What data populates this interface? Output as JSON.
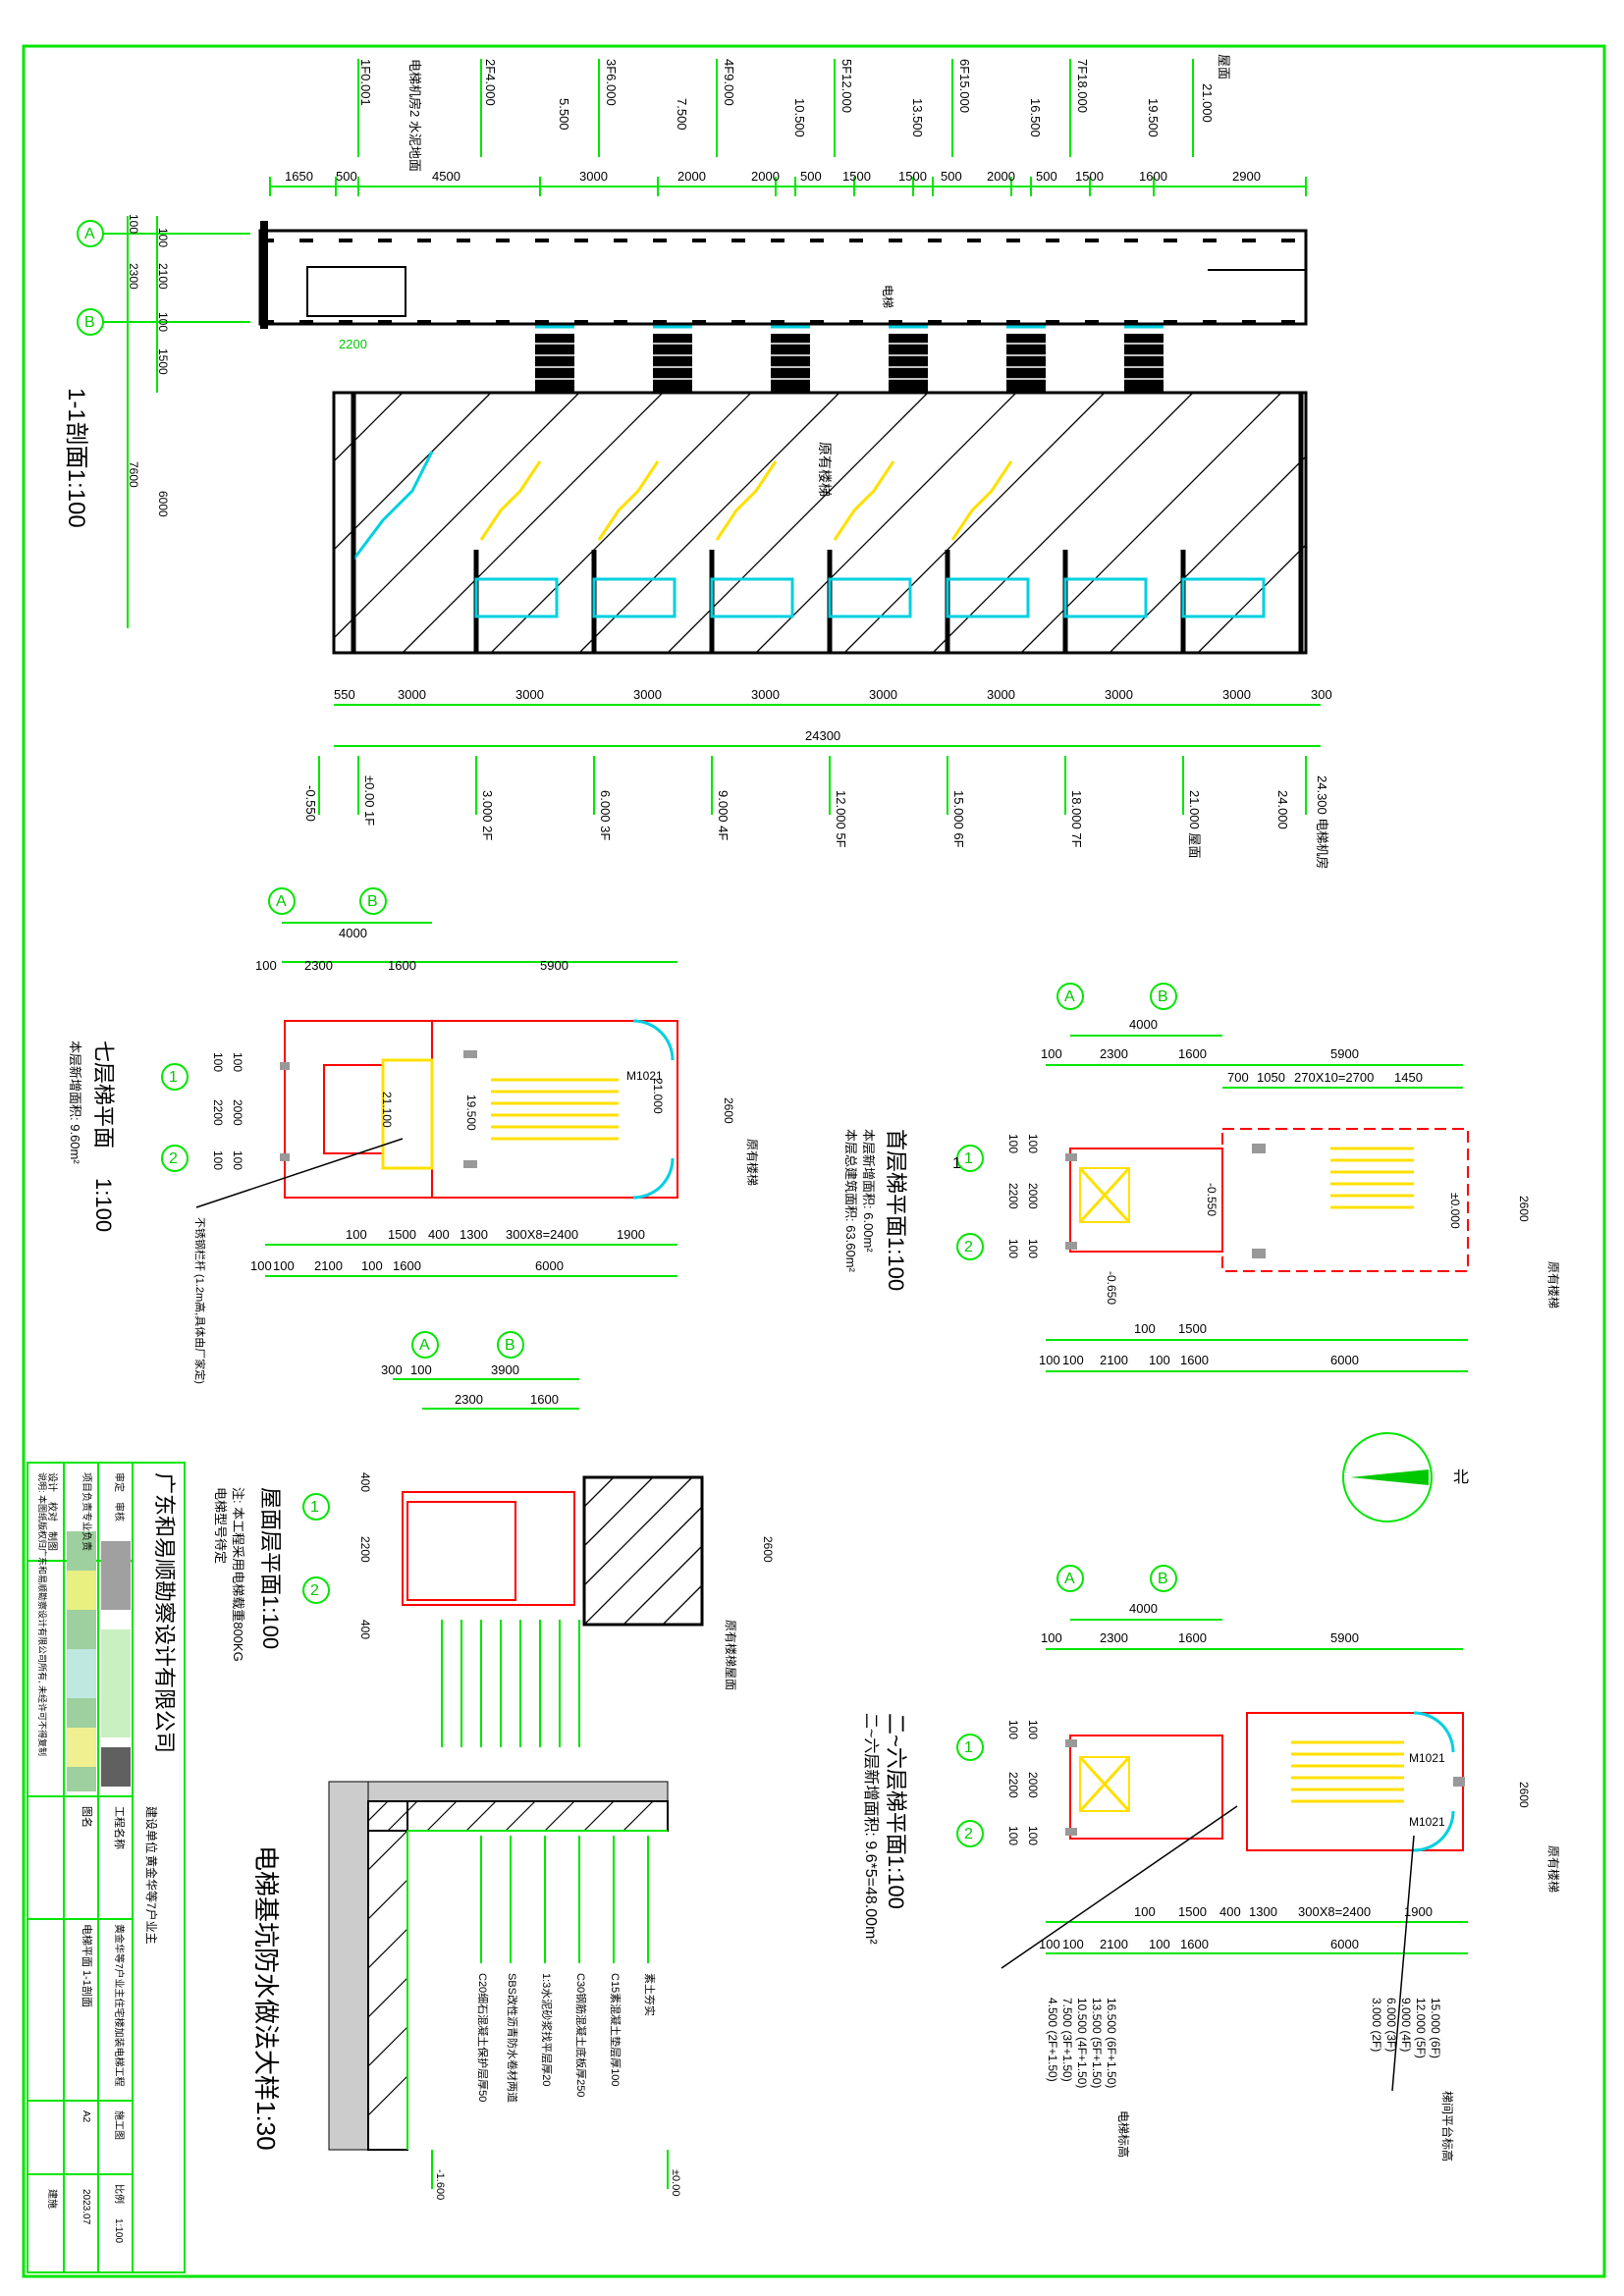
{
  "section": {
    "title": "1-1剖面1:100",
    "axis_a": "A",
    "axis_b": "B",
    "left_dims": [
      "100",
      "100",
      "2300",
      "2100",
      "1500",
      "100",
      "7600",
      "6000"
    ],
    "top_levels": [
      {
        "label": "1F0.001",
        "sub": ""
      },
      {
        "label": "电梯机房2 水泥地面",
        "sub": ""
      },
      {
        "label": "2F4.000",
        "sub": "5.500"
      },
      {
        "label": "3F6.000",
        "sub": "7.500"
      },
      {
        "label": "4F9.000",
        "sub": "10.500"
      },
      {
        "label": "5F12.000",
        "sub": "13.500"
      },
      {
        "label": "6F15.000",
        "sub": "16.500"
      },
      {
        "label": "7F18.000",
        "sub": "19.500"
      },
      {
        "label": "21.000",
        "sub": "屋面"
      }
    ],
    "top_dims": [
      "1650",
      "500",
      "4500",
      "3000",
      "2000",
      "2000",
      "500",
      "1500",
      "1500",
      "500",
      "2000",
      "500",
      "1500",
      "1600",
      "2900"
    ],
    "bottom_dims": [
      "550",
      "3000",
      "3000",
      "3000",
      "3000",
      "3000",
      "3000",
      "3000",
      "3000",
      "300"
    ],
    "bottom_total": "24300",
    "bottom_levels": [
      "-0.550",
      "±0.00 1F",
      "3.000 2F",
      "6.000 3F",
      "9.000 4F",
      "12.000 5F",
      "15.000 6F",
      "18.000 7F",
      "21.000 屋面",
      "24.000",
      "24.300 电梯机房"
    ],
    "shaft_label": "电梯",
    "stair_label": "原有楼梯",
    "gap_dim": "2200"
  },
  "plan_7f": {
    "title": "七层梯平面",
    "scale": "1:100",
    "area": "本层新增面积: 9.60m²",
    "axis_a": "A",
    "axis_b": "B",
    "axis_1": "1",
    "axis_2": "2",
    "top_dims": [
      "4000",
      "100",
      "2300",
      "1600",
      "5900"
    ],
    "left_dims": [
      "100",
      "100",
      "2200",
      "2000",
      "100",
      "100"
    ],
    "bottom_dims": [
      "100",
      "1500",
      "400",
      "1300",
      "300X8=2400",
      "1900"
    ],
    "bottom_dims2": [
      "100",
      "100",
      "2100",
      "100",
      "1600",
      "6000"
    ],
    "door": "M1021",
    "levels": [
      "21.100",
      "19.500",
      "21.000"
    ],
    "right_dim": "2600",
    "stair_note": "原有楼梯",
    "leader_note": "不锈钢栏杆 (1.2m高,具体由厂家定)"
  },
  "plan_1f": {
    "title": "首层梯平面1:100",
    "area1": "本层新增面积: 6.00m²",
    "area2": "本层总建筑面积: 63.60m²",
    "axis_a": "A",
    "axis_b": "B",
    "axis_1": "1",
    "axis_2": "2",
    "top_dims": [
      "4000",
      "100",
      "2300",
      "1600",
      "5900"
    ],
    "top_dims2": [
      "700",
      "1050",
      "270X10=2700",
      "1450"
    ],
    "left_dims": [
      "100",
      "100",
      "2200",
      "2000",
      "100",
      "100"
    ],
    "bottom_dims": [
      "100",
      "1500"
    ],
    "bottom_dims2": [
      "100",
      "100",
      "2100",
      "100",
      "1600",
      "6000"
    ],
    "levels": [
      "-0.550",
      "-0.650",
      "±0.000"
    ],
    "right_dim": "2600",
    "section_mark": "1",
    "stair_note": "原有楼梯"
  },
  "plan_roof": {
    "title": "屋面层平面1:100",
    "notes": [
      "注: 本工程采用电梯载重800KG",
      "电梯型号待定"
    ],
    "axis_a": "A",
    "axis_b": "B",
    "axis_1": "1",
    "axis_2": "2",
    "top_dims": [
      "300",
      "100",
      "3900",
      "2300",
      "1600"
    ],
    "left_dims": [
      "400",
      "2200",
      "400"
    ],
    "right_dim": "2600",
    "note": "原有楼梯屋面"
  },
  "plan_2to6": {
    "title": "二~六层梯平面1:100",
    "area": "二~六层新增面积: 9.6*5=48.00m²",
    "axis_a": "A",
    "axis_b": "B",
    "axis_1": "1",
    "axis_2": "2",
    "top_dims": [
      "4000",
      "100",
      "2300",
      "1600",
      "5900"
    ],
    "left_dims": [
      "100",
      "100",
      "2200",
      "2000",
      "100",
      "100"
    ],
    "bottom_dims": [
      "100",
      "1500",
      "400",
      "1300",
      "300X8=2400",
      "1900"
    ],
    "bottom_dims2": [
      "100",
      "100",
      "2100",
      "100",
      "1600",
      "6000"
    ],
    "door": "M1021",
    "right_dim": "2600",
    "stair_note": "原有楼梯",
    "level_list": [
      "15.000 (6F)",
      "12.000 (5F)",
      "9.000 (4F)",
      "6.000 (3F)",
      "3.000 (2F)"
    ],
    "level_list2": [
      "16.500 (6F+1.50)",
      "13.500 (5F+1.50)",
      "10.500 (4F+1.50)",
      "7.500 (3F+1.50)",
      "4.500 (2F+1.50)"
    ],
    "level_note": "梯间平台标高",
    "level_note2": "电梯标高"
  },
  "pit": {
    "title": "电梯基坑防水做法大样1:30",
    "levels": [
      "-1.600",
      "±0.00"
    ],
    "layers": [
      "C20细石混凝土保护层厚50",
      "SBS改性沥青防水卷材两道",
      "1:3水泥砂浆找平层厚20",
      "C30钢筋混凝土底板厚250",
      "C15素混凝土垫层厚100",
      "素土夯实"
    ]
  },
  "north": {
    "label": "北"
  },
  "title_block": {
    "company": "广东和易顺勘察设计有限公司",
    "project_label": "建设单位",
    "project": "黄金华等7户业主",
    "project_name_label": "工程名称",
    "project_name": "黄金华等7户业主住宅楼加装电梯工程",
    "drawing_label": "图名",
    "drawing": "电梯平面 1-1剖面",
    "row_labels": [
      "审定",
      "审核",
      "项目负责",
      "专业负责",
      "设计",
      "校对",
      "制图"
    ],
    "stage": "施工图",
    "scale_label": "比例",
    "scale": "1:100",
    "size": "A2",
    "date": "2023.07",
    "sheet_no": "建施",
    "footer": "说明: 本图纸版权归广东和易顺勘察设计有限公司所有, 未经许可不得复制"
  }
}
